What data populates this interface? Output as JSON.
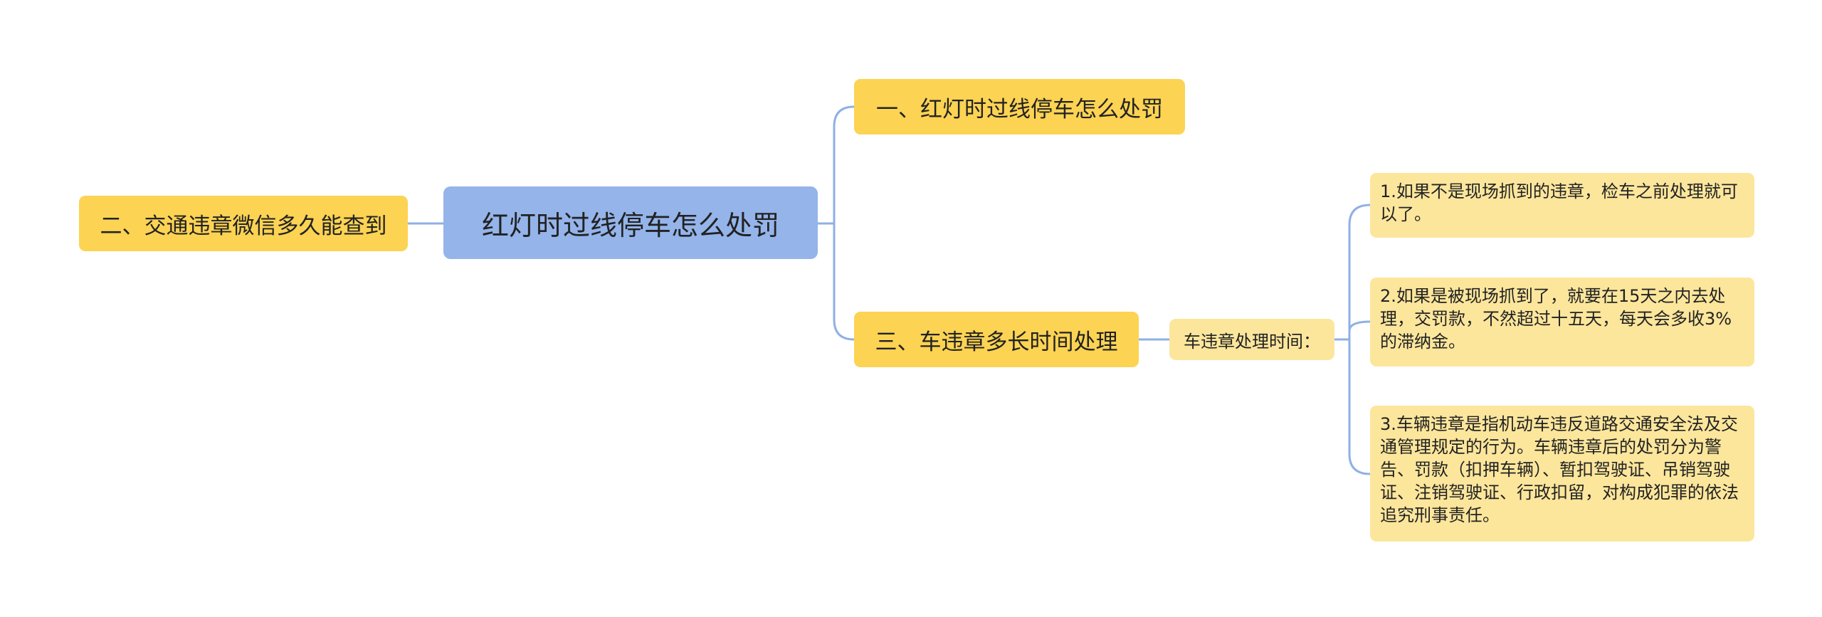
{
  "root": {
    "label": "红灯时过线停车怎么处罚"
  },
  "branches": [
    {
      "label": "一、红灯时过线停车怎么处罚"
    },
    {
      "label": "二、交通违章微信多久能查到"
    },
    {
      "label": "三、车违章多长时间处理"
    }
  ],
  "sub": {
    "label": "车违章处理时间："
  },
  "leaves": [
    {
      "label": "1.如果不是现场抓到的违章，检车之前处理就可以了。"
    },
    {
      "label": "2.如果是被现场抓到了，就要在15天之内去处理，交罚款，不然超过十五天，每天会多收3%的滞纳金。"
    },
    {
      "label": "3.车辆违章是指机动车违反道路交通安全法及交通管理规定的行为。车辆违章后的处罚分为警告、罚款（扣押车辆）、暂扣驾驶证、吊销驾驶证、注销驾驶证、行政扣留，对构成犯罪的依法追究刑事责任。"
    }
  ],
  "colors": {
    "root_fill": "#94b4ea",
    "branch_fill": "#fcd353",
    "leaf_fill": "#fce69c",
    "connector": "#8fb0e6",
    "text": "#222222",
    "background": "#ffffff"
  }
}
